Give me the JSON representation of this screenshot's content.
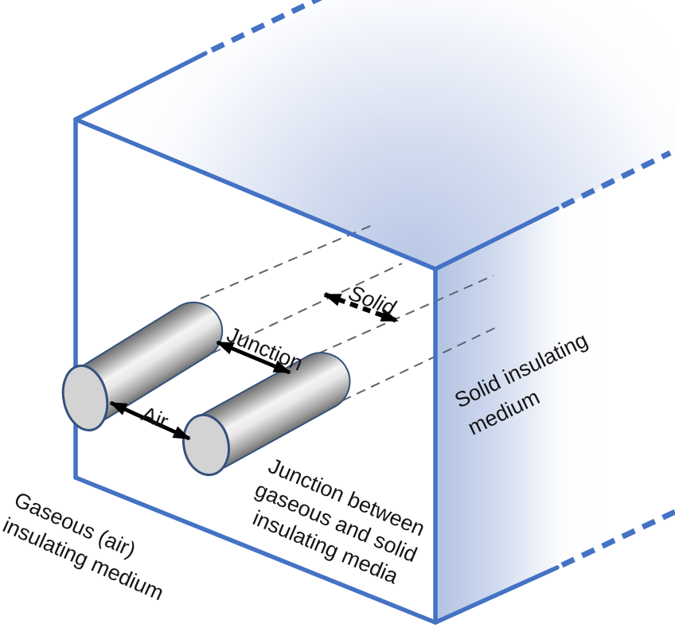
{
  "labels": {
    "air_gap": "Air",
    "junction_gap": "Junction",
    "solid_gap": "Solid",
    "gaseous_medium_line1": "Gaseous (air)",
    "gaseous_medium_line2": "insulating medium",
    "junction_medium_line1": "Junction between",
    "junction_medium_line2": "gaseous and solid",
    "junction_medium_line3": "insulating media",
    "solid_medium_line1": "Solid insulating",
    "solid_medium_line2": "medium"
  },
  "colors": {
    "box_edge": "#4472c4",
    "leader_line": "#5b6470",
    "arrow": "#000000",
    "cylinder_outline": "#33517c",
    "cap_fill": "#d3d3d3"
  }
}
